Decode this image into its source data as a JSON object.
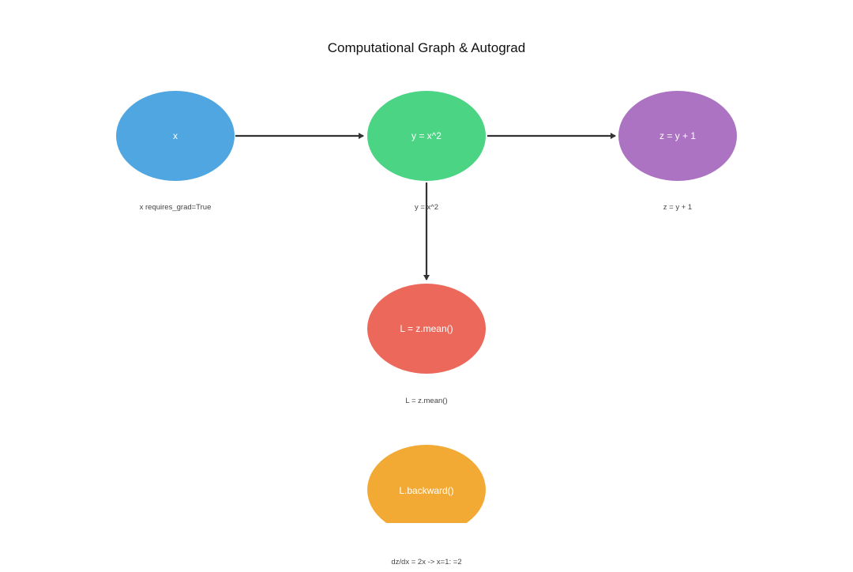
{
  "title": "Computational Graph & Autograd",
  "colors": {
    "x": "#4fa6e0",
    "y": "#4cd485",
    "z": "#ab73c2",
    "loss": "#ec685b",
    "backward": "#f2aa35",
    "edge": "#333333"
  },
  "nodes": {
    "x": {
      "label": "x",
      "caption": "x requires_grad=True"
    },
    "y": {
      "label": "y = x^2",
      "caption": "y = x^2"
    },
    "z": {
      "label": "z = y + 1",
      "caption": "z = y + 1"
    },
    "loss": {
      "label": "L = z.mean()",
      "caption": "L = z.mean()"
    },
    "backward": {
      "label": "L.backward()",
      "caption": "dz/dx = 2x -> x=1: =2"
    }
  }
}
